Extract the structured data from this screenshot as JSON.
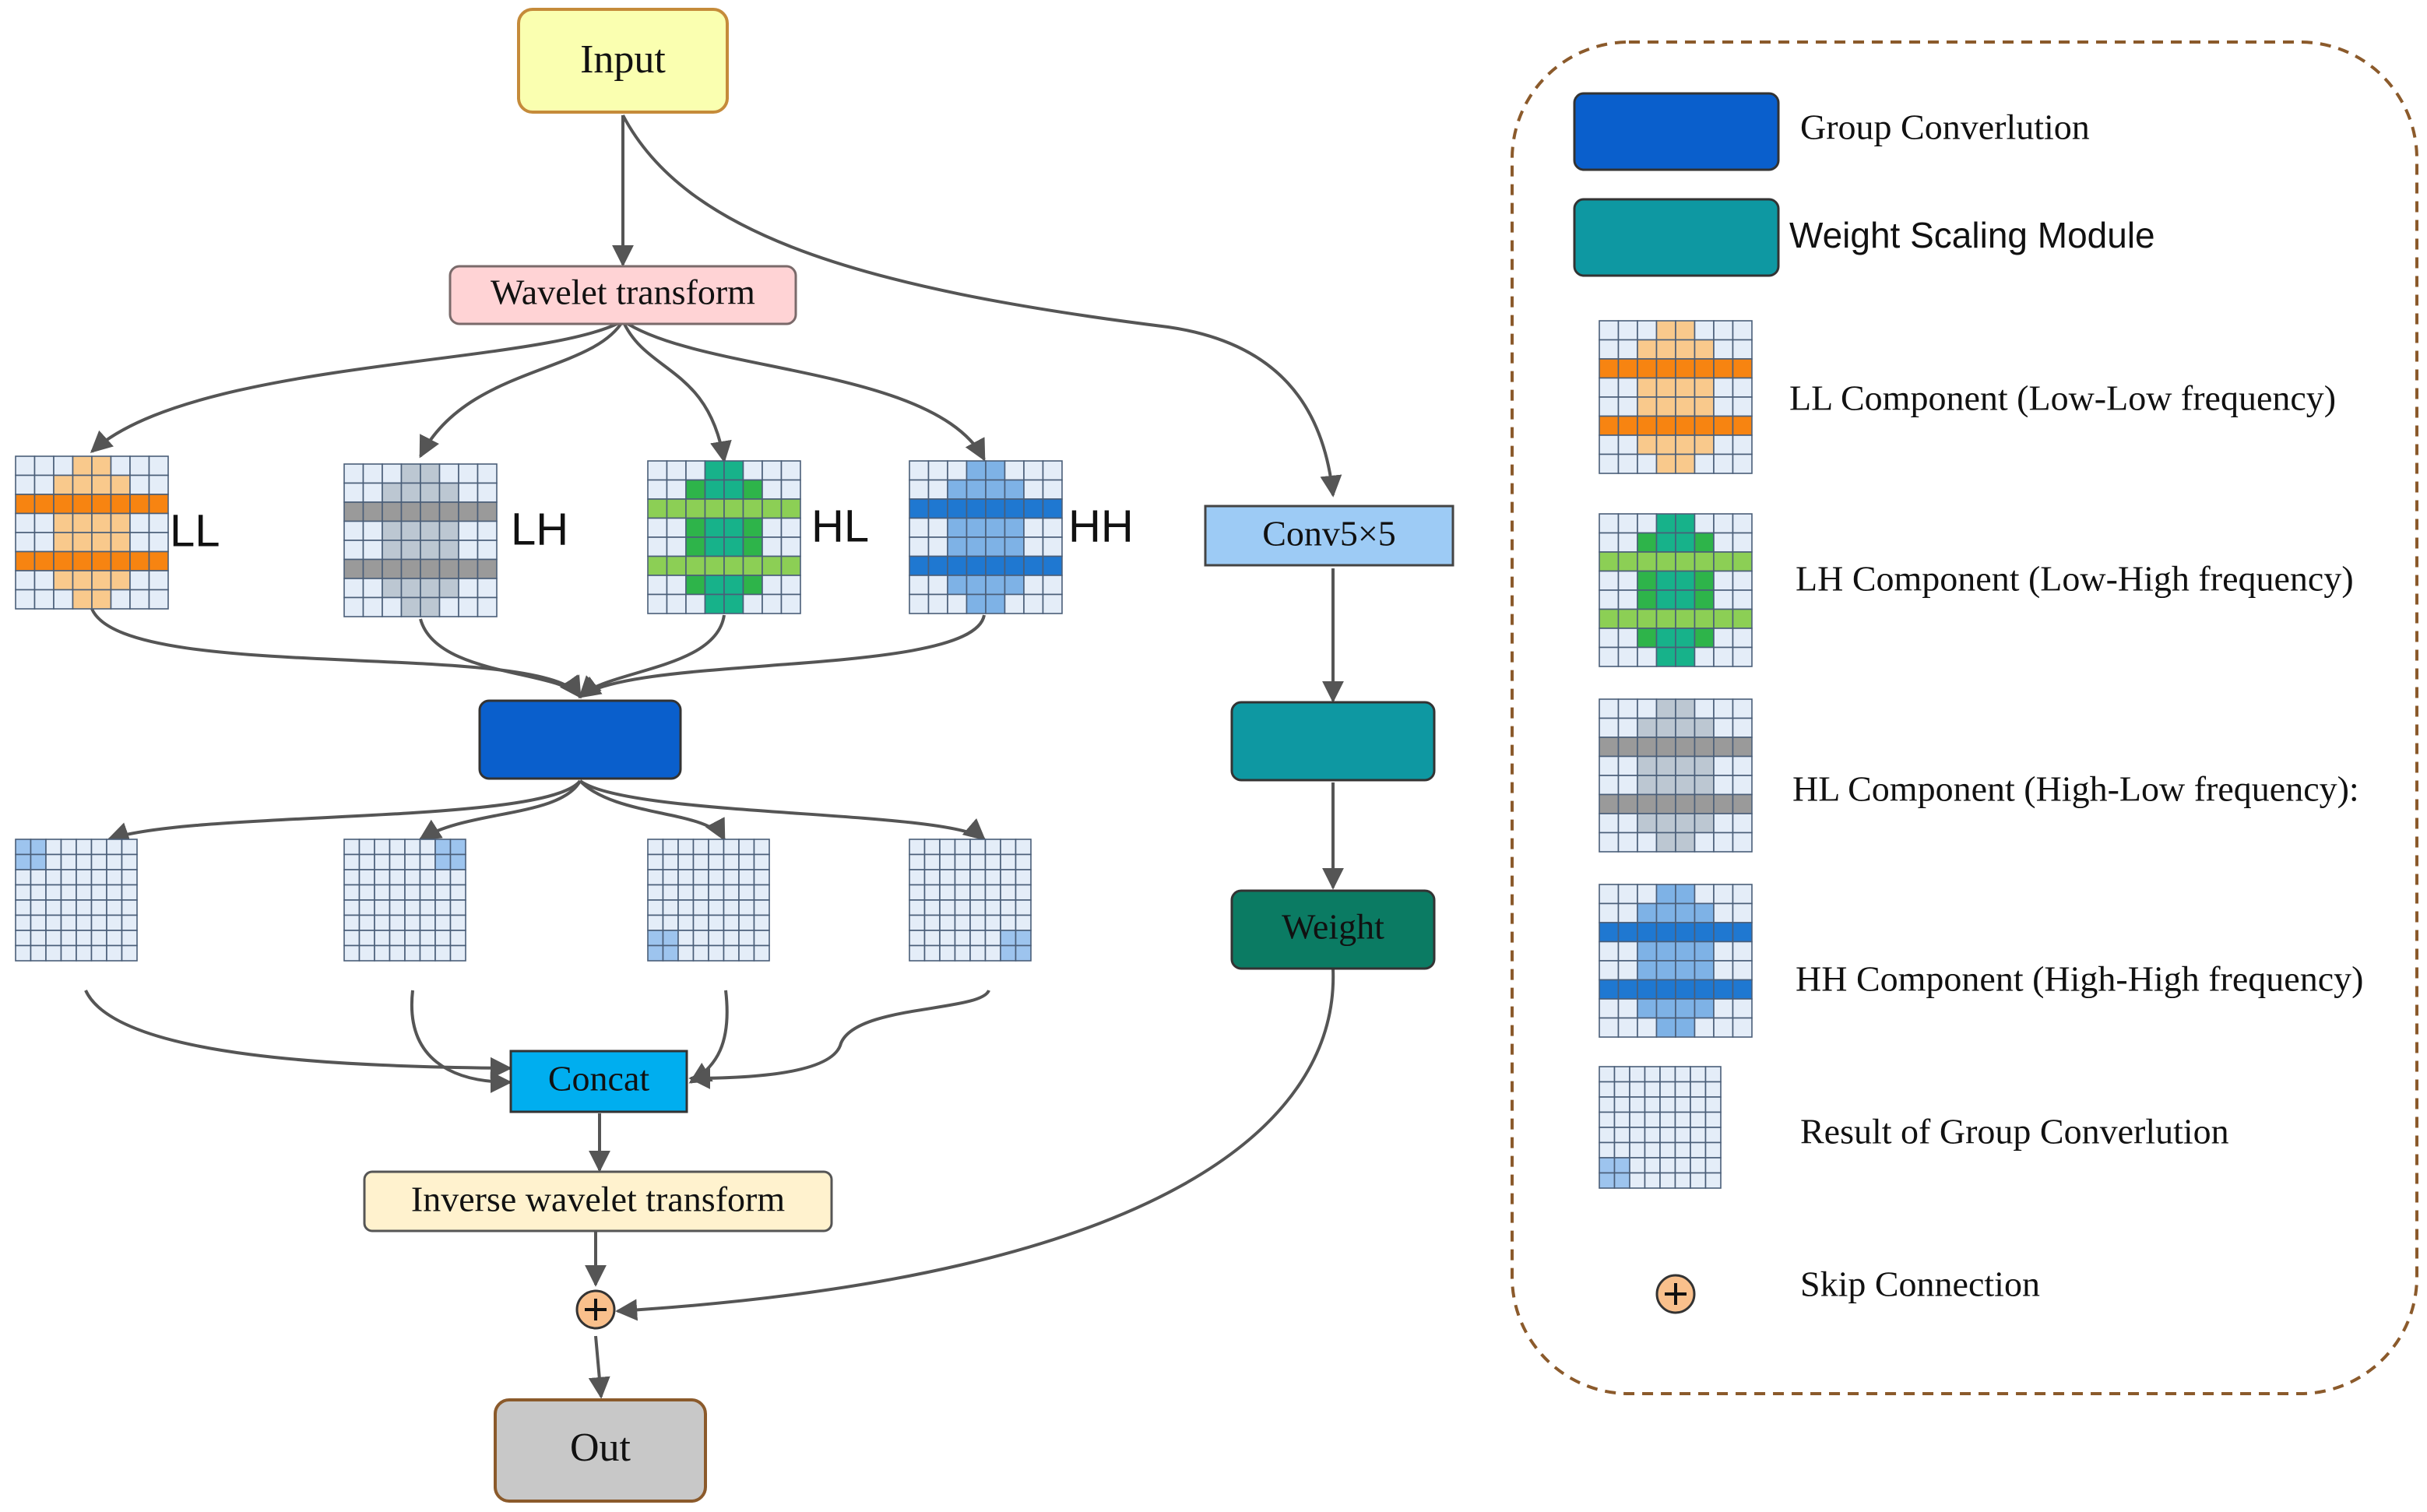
{
  "nodes": {
    "input": "Input",
    "wavelet": "Wavelet transform",
    "conv": "Conv5×5",
    "weight": "Weight",
    "concat": "Concat",
    "inverse": "Inverse wavelet transform",
    "out": "Out"
  },
  "components": {
    "ll": "LL",
    "lh": "LH",
    "hl": "HL",
    "hh": "HH"
  },
  "legend": {
    "group_conv": "Group Converlution",
    "weight_scaling": "Weight Scaling Module",
    "ll": "LL Component (Low-Low frequency)",
    "lh": "LH Component (Low-High frequency)",
    "hl": "HL Component (High-Low frequency):",
    "hh": "HH Component (High-High frequency)",
    "result": "Result of Group Converlution",
    "skip": "Skip Connection"
  },
  "colors": {
    "input_fill": "#FAFFB0",
    "input_stroke": "#C58B3A",
    "wavelet_fill": "#FFD3D5",
    "group_conv": "#0A5FCC",
    "weight_scaling": "#0E98A2",
    "weight": "#0B7B63",
    "conv_fill": "#9DCBF5",
    "concat_fill": "#00AEEF",
    "inverse_fill": "#FFF2CE",
    "out_fill": "#C8C8C8",
    "skip_fill": "#F9C08C",
    "legend_border": "#8B5A2B",
    "arrow": "#555555",
    "grid_bg": "#E4EDF8",
    "grid_line": "#4A5E78",
    "orange_dark": "#F78411",
    "orange_light": "#F9C98C",
    "gray_dark": "#9A9A9A",
    "gray_light": "#BCC7D2",
    "green_dark": "#2EB44A",
    "green_mid": "#8CCF55",
    "green_teal": "#17B28A",
    "blue_dark": "#1F78D1",
    "blue_light": "#7EB2E6",
    "result_mark": "#9DC4EE"
  }
}
